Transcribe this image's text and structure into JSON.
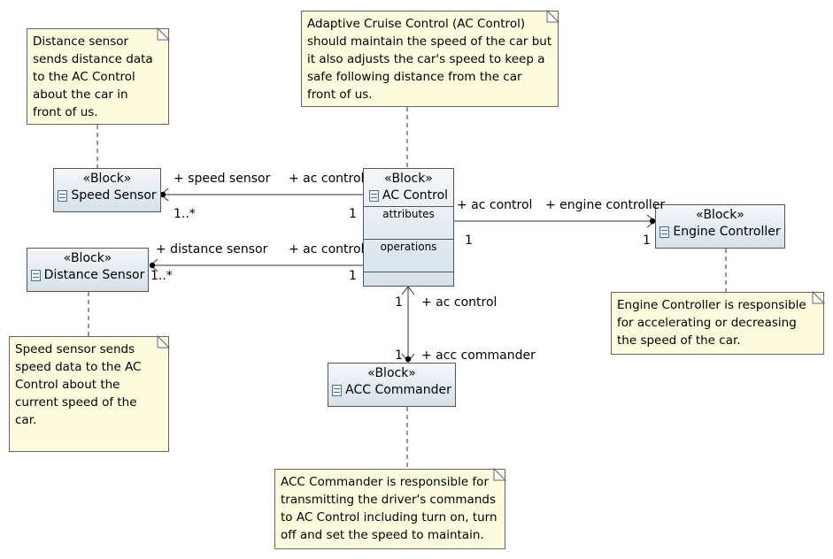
{
  "stereotype": "«Block»",
  "blocks": {
    "speed_sensor": "Speed Sensor",
    "distance_sensor": "Distance Sensor",
    "ac_control": "AC Control",
    "engine_controller": "Engine Controller",
    "acc_commander": "ACC Commander"
  },
  "compartments": {
    "attributes": "attributes",
    "operations": "operations"
  },
  "notes": {
    "distance_sensor": "Distance sensor\nsends distance data\nto the AC Control\nabout the car in\nfront of us.",
    "acc": "Adaptive Cruise Control (AC Control)\nshould maintain the speed of the car but\nit also adjusts the car's speed to keep a\nsafe following distance from the car\nfront of us.",
    "speed_sensor": "Speed sensor sends\nspeed data to the AC\nControl about the\ncurrent speed of the\ncar.",
    "engine_controller": "Engine Controller is responsible\nfor accelerating or decreasing\nthe speed of the car.",
    "acc_commander": "ACC Commander is responsible for\ntransmitting the driver's commands\nto AC Control including turn on, turn\noff and set the speed to maintain."
  },
  "roles": {
    "speed_sensor": "+ speed sensor",
    "distance_sensor": "+ distance sensor",
    "ac_control": "+ ac control",
    "engine_controller": "+ engine controller",
    "acc_commander": "+ acc commander"
  },
  "multiplicities": {
    "one": "1",
    "one_many": "1..*"
  },
  "colors": {
    "note_fill": "#fdfbdd",
    "block_top": "#f4f7fa",
    "block_bottom": "#d6e1ea",
    "line": "#333333"
  }
}
